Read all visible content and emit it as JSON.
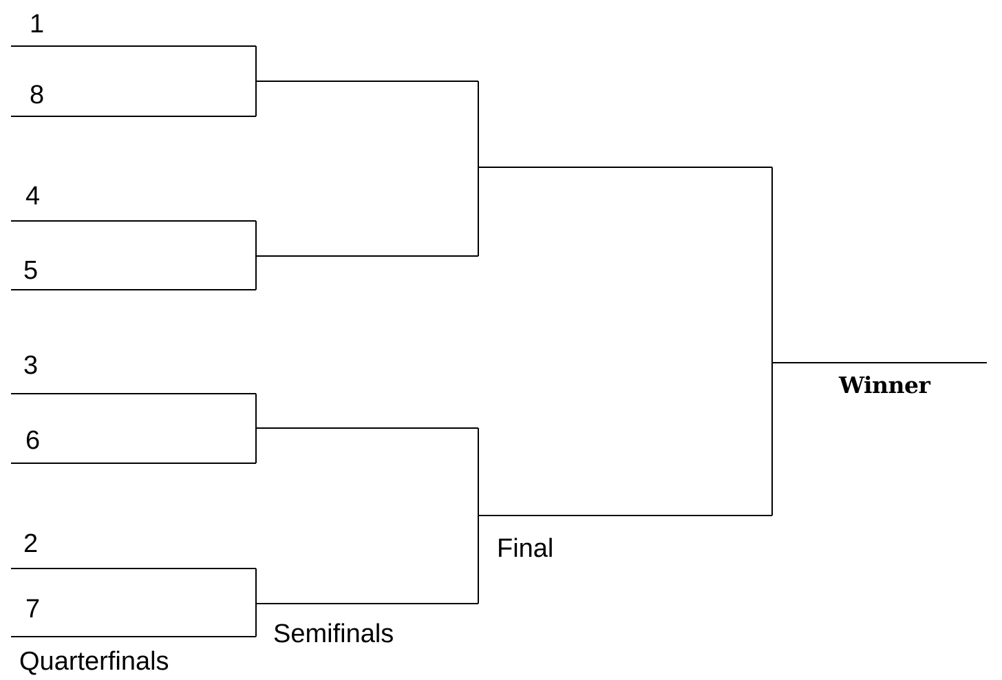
{
  "bracket": {
    "seeds": [
      "1",
      "8",
      "4",
      "5",
      "3",
      "6",
      "2",
      "7"
    ],
    "rounds": {
      "quarterfinals": "Quarterfinals",
      "semifinals": "Semifinals",
      "final": "Final"
    },
    "winner_label": "Winner",
    "line_color": "#000000"
  }
}
